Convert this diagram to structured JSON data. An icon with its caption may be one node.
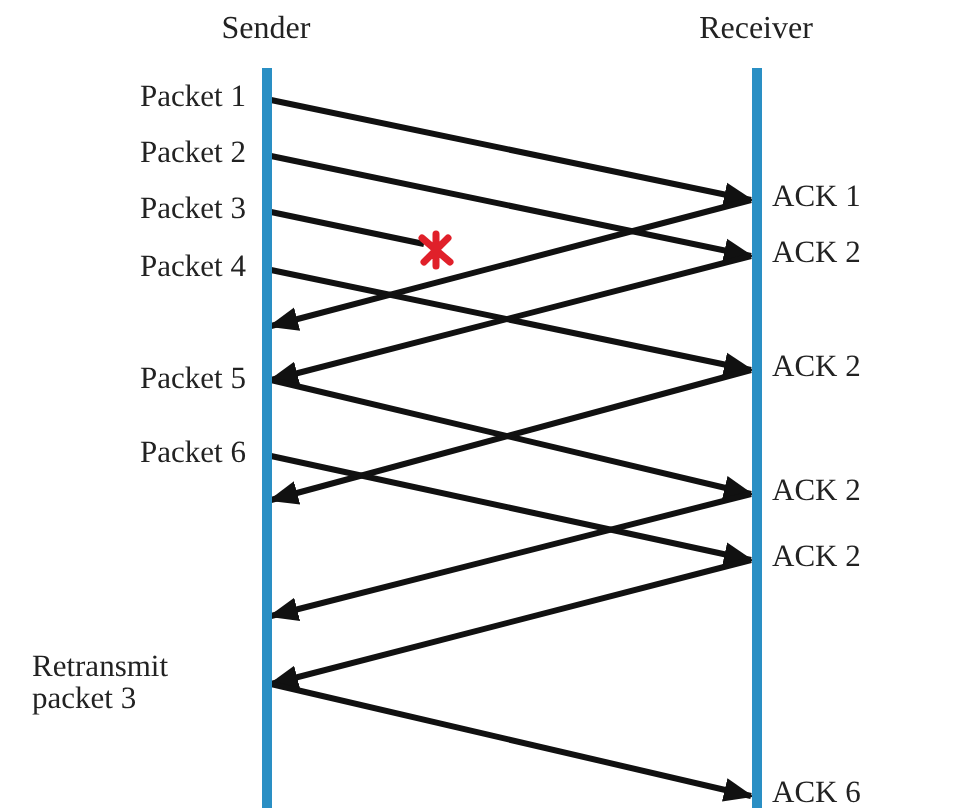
{
  "diagram": {
    "nodes": [
      {
        "text": [
          "Sender"
        ]
      },
      {
        "text": [
          "Receiver"
        ]
      }
    ],
    "edges": [
      {
        "from": 0,
        "to": 1,
        "arrow": "to"
      },
      {
        "from": 0,
        "to": 1,
        "arrow": "to"
      },
      {
        "from": 0,
        "to": null,
        "arrow": "none"
      },
      {
        "from": 0,
        "to": 1,
        "arrow": "to"
      },
      {
        "from": 1,
        "to": 0,
        "arrow": "to"
      },
      {
        "from": 1,
        "to": 0,
        "arrow": "to"
      },
      {
        "from": 0,
        "to": 1,
        "arrow": "to"
      },
      {
        "from": 1,
        "to": 0,
        "arrow": "to"
      },
      {
        "from": 0,
        "to": 1,
        "arrow": "to"
      },
      {
        "from": 1,
        "to": 0,
        "arrow": "to"
      },
      {
        "from": 1,
        "to": 0,
        "arrow": "to"
      },
      {
        "from": 0,
        "to": 1,
        "arrow": "to"
      }
    ],
    "labels": [
      "Packet 1",
      "Packet 2",
      "ACK 1",
      "Packet 3",
      "ACK 2",
      "Packet 4",
      "ACK 2",
      "Packet 5",
      "Packet 6",
      "ACK 2",
      "ACK 2",
      "Retransmit packet 3",
      "ACK 6"
    ]
  }
}
